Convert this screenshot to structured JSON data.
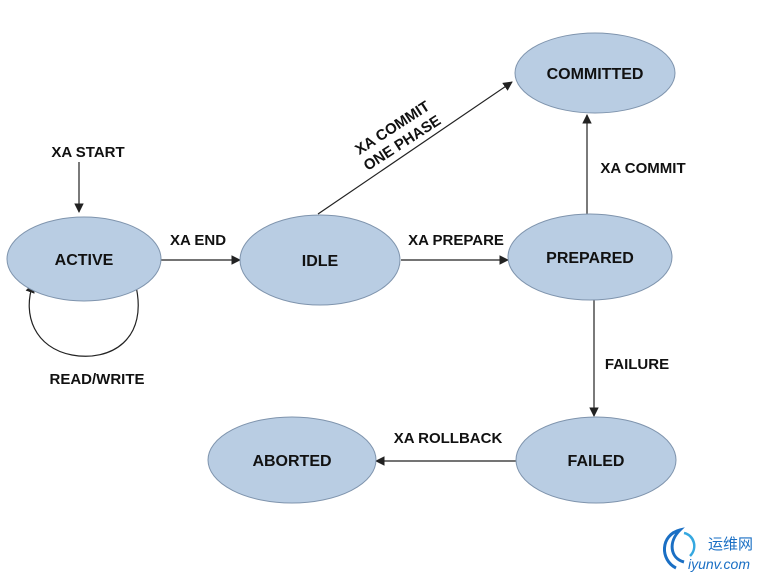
{
  "diagram": {
    "states": {
      "active": "ACTIVE",
      "idle": "IDLE",
      "prepared": "PREPARED",
      "committed": "COMMITTED",
      "failed": "FAILED",
      "aborted": "ABORTED"
    },
    "transitions": {
      "xa_start": "XA START",
      "read_write": "READ/WRITE",
      "xa_end": "XA END",
      "xa_prepare": "XA PREPARE",
      "xa_commit_one_phase_line1": "XA COMMIT",
      "xa_commit_one_phase_line2": "ONE PHASE",
      "xa_commit": "XA COMMIT",
      "failure": "FAILURE",
      "xa_rollback": "XA ROLLBACK"
    }
  },
  "watermark": {
    "brand_cn": "运维网",
    "domain": "iyunv.com"
  },
  "colors": {
    "state_fill": "#b9cde3",
    "state_stroke": "#7f94ad",
    "edge": "#222222",
    "watermark_blue": "#1a6fc4"
  }
}
